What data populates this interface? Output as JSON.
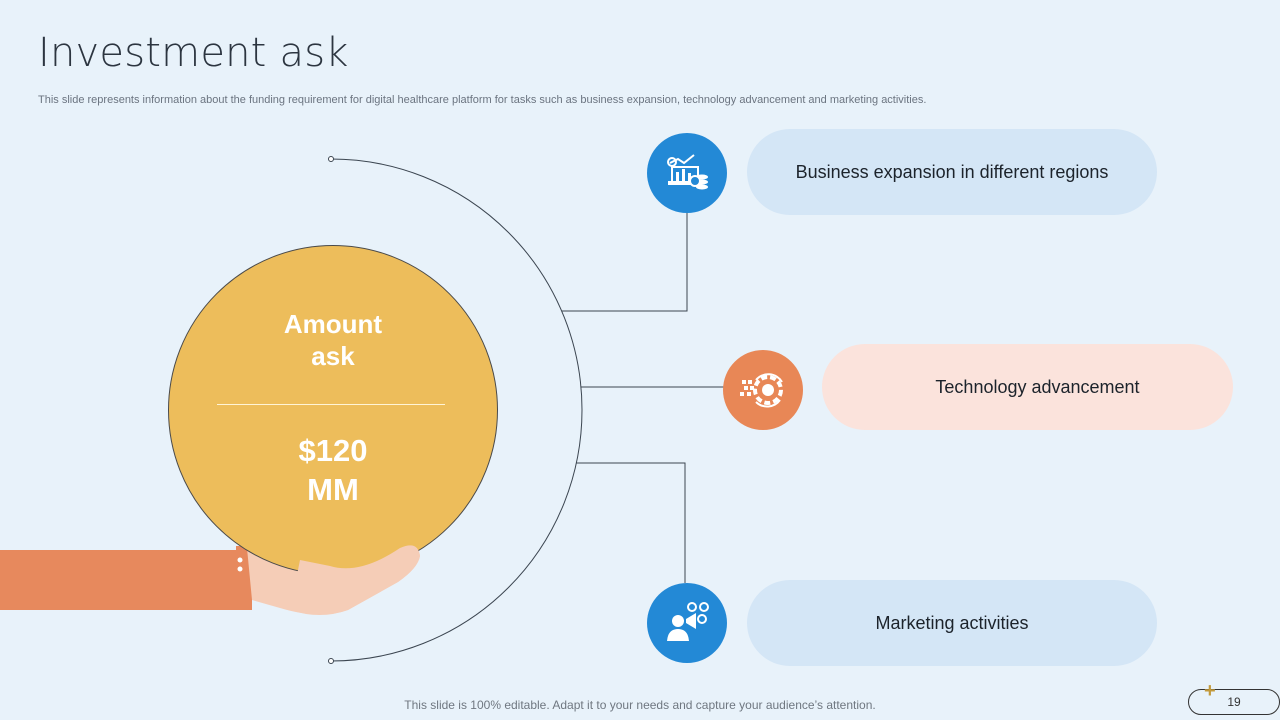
{
  "title": "Investment ask",
  "subtitle": "This slide represents information about the funding requirement for digital healthcare platform for tasks such as business expansion, technology advancement and marketing activities.",
  "amount": {
    "label_line1": "Amount",
    "label_line2": "ask",
    "value_line1": "$120",
    "value_line2": "MM"
  },
  "items": [
    {
      "label": "Business expansion in different regions",
      "icon": "business-growth-icon",
      "color": "#2389d6"
    },
    {
      "label": "Technology advancement",
      "icon": "tech-gear-icon",
      "color": "#e88756"
    },
    {
      "label": "Marketing activities",
      "icon": "megaphone-person-icon",
      "color": "#2389d6"
    }
  ],
  "colors": {
    "background": "#e8f2fa",
    "coin": "#edbd5b",
    "accent_blue": "#2389d6",
    "accent_orange": "#e88756",
    "pill_blue": "#d4e6f6",
    "pill_peach": "#fbe3dc"
  },
  "footer": "This slide is 100% editable. Adapt it to your needs and capture your audience’s attention.",
  "page_number": "19"
}
